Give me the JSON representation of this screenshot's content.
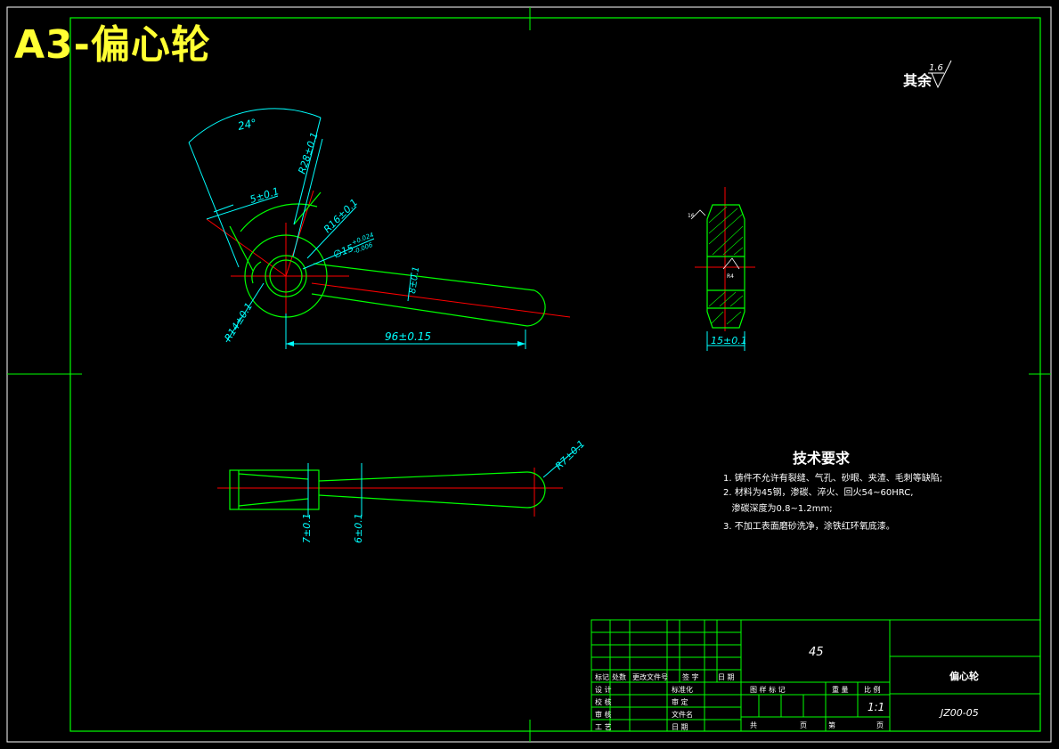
{
  "header": {
    "title": "A3-偏心轮"
  },
  "surface_finish": {
    "label": "其余",
    "value": "1.6"
  },
  "dimensions": {
    "angle": "24°",
    "r28": "R28±0.1",
    "d5": "5±0.1",
    "r16": "R16±0.1",
    "phi15": "∅15",
    "phi15_tol_upper": "+0.024",
    "phi15_tol_lower": "-0.006",
    "d8": "8±0.1",
    "r14": "R14±0.1",
    "len96": "96±0.15",
    "r7": "R7±0.1",
    "d7": "7±0.1",
    "d6": "6±0.1",
    "w15": "15±0.1",
    "side_mark_a": "16",
    "side_mark_b": "R4"
  },
  "technical_requirements": {
    "title": "技术要求",
    "items": [
      "1. 铸件不允许有裂缝、气孔、砂眼、夹渣、毛刺等缺陷;",
      "2. 材料为45钢，渗碳、淬火、回火54~60HRC,",
      "   渗碳深度为0.8~1.2mm;",
      "3. 不加工表面磨砂洗净，涂铁红环氧底漆。"
    ]
  },
  "title_block": {
    "material": "45",
    "part_name": "偏心轮",
    "drawing_number": "JZ00-05",
    "scale": "1:1",
    "row_labels": {
      "mark": "标记",
      "count": "处数",
      "change_doc": "更改文件号",
      "sign": "签 字",
      "date": "日 期",
      "design": "设 计",
      "check": "校 核",
      "review": "审 核",
      "process": "工 艺",
      "standard": "标准化",
      "approve": "审 定",
      "doc_name": "文件名",
      "date2": "日 期",
      "stage_mark": "图 样 标 记",
      "weight": "重 量",
      "ratio": "比 例",
      "total": "共",
      "sheet": "页",
      "no": "第",
      "page": "页"
    }
  },
  "colors": {
    "background": "#000000",
    "frame": "#00ff00",
    "outline": "#00ff00",
    "dimension": "#00ffff",
    "centerline": "#ff0000",
    "text": "#ffffff",
    "title": "#ffff33"
  }
}
